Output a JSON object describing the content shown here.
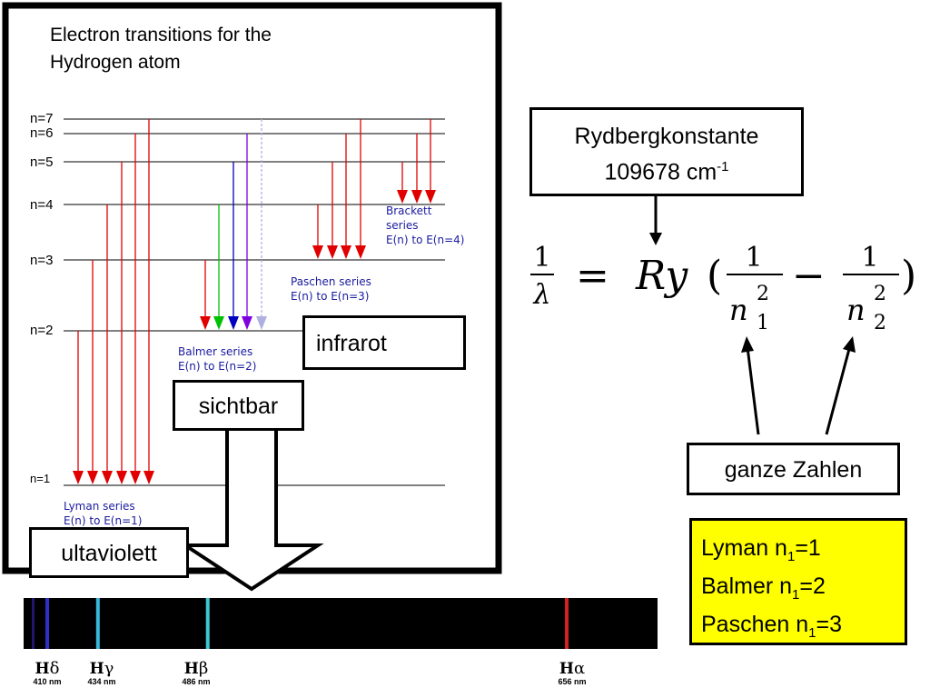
{
  "diagram": {
    "title_line1": "Electron transitions for the",
    "title_line2": "Hydrogen atom",
    "levels": [
      "n=7",
      "n=6",
      "n=5",
      "n=4",
      "n=3",
      "n=2",
      "n=1"
    ],
    "series": {
      "lyman": [
        "Lyman series",
        "E(n) to E(n=1)"
      ],
      "balmer": [
        "Balmer series",
        "E(n) to E(n=2)"
      ],
      "paschen": [
        "Paschen series",
        "E(n) to E(n=3)"
      ],
      "brackett": [
        "Brackett",
        "series",
        "E(n) to E(n=4)"
      ]
    }
  },
  "labels": {
    "infrarot": "infrarot",
    "sichtbar": "sichtbar",
    "ultaviolett": "ultaviolett",
    "rydberg_name": "Rydbergkonstante",
    "rydberg_value": "109678 cm",
    "rydberg_exp": "-1",
    "ganze_zahlen": "ganze Zahlen"
  },
  "formula": {
    "lhs_num": "1",
    "lhs_den": "λ",
    "equals": "=",
    "coef": "Ry",
    "frac1_num": "1",
    "frac1_den": "n",
    "frac1_sub": "1",
    "minus": "−",
    "frac2_num": "1",
    "frac2_den": "n",
    "frac2_sub": "2",
    "exp": "2"
  },
  "series_box": {
    "lyman": {
      "name": "Lyman  n",
      "sub": "1",
      "val": "=1"
    },
    "balmer": {
      "name": "Balmer n",
      "sub": "1",
      "val": "=2"
    },
    "paschen": {
      "name": "Paschen n",
      "sub": "1",
      "val": "=3"
    }
  },
  "spectrum": {
    "lines": [
      {
        "name": "H",
        "greek": "δ",
        "nm": "410 nm",
        "wavelength_nm": 410,
        "color": "#3030c8"
      },
      {
        "name": "H",
        "greek": "γ",
        "nm": "434 nm",
        "wavelength_nm": 434,
        "color": "#38b8d8"
      },
      {
        "name": "H",
        "greek": "β",
        "nm": "486 nm",
        "wavelength_nm": 486,
        "color": "#40c8d0"
      },
      {
        "name": "H",
        "greek": "α",
        "nm": "656 nm",
        "wavelength_nm": 656,
        "color": "#d02020"
      }
    ]
  },
  "colors": {
    "red_arrow": "#e00000",
    "balmer_colors": [
      "#e00000",
      "#00c000",
      "#0000c0",
      "#8000e0",
      "#b0b0e0"
    ],
    "series_text": "#1a1aa0",
    "yellow_box": "#ffff00"
  }
}
